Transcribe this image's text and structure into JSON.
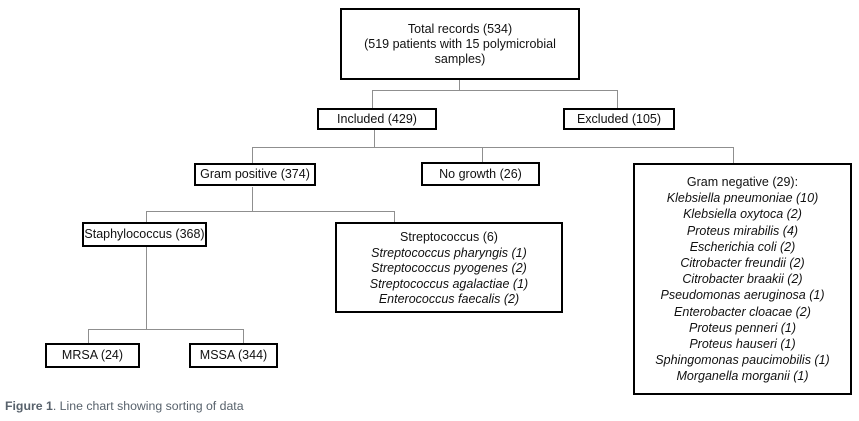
{
  "figure": {
    "caption_label": "Figure 1",
    "caption_text": ". Line chart showing sorting of data"
  },
  "nodes": {
    "total_records": {
      "line1": "Total records (534)",
      "line2": "(519 patients with 15 polymicrobial samples)"
    },
    "included": {
      "label": "Included (429)"
    },
    "excluded": {
      "label": "Excluded (105)"
    },
    "gram_positive": {
      "label": "Gram positive (374)"
    },
    "no_growth": {
      "label": "No growth (26)"
    },
    "staphylococcus": {
      "label": "Staphylococcus (368)"
    },
    "streptococcus": {
      "title": "Streptococcus (6)",
      "items": [
        "Streptococcus pharyngis (1)",
        "Streptococcus pyogenes (2)",
        "Streptococcus agalactiae (1)",
        "Enterococcus faecalis (2)"
      ]
    },
    "mrsa": {
      "label": "MRSA (24)"
    },
    "mssa": {
      "label": "MSSA (344)"
    },
    "gram_negative": {
      "title": "Gram negative (29):",
      "items": [
        "Klebsiella pneumoniae (10)",
        "Klebsiella oxytoca (2)",
        "Proteus mirabilis (4)",
        "Escherichia coli (2)",
        "Citrobacter freundii (2)",
        "Citrobacter braakii (2)",
        "Pseudomonas aeruginosa (1)",
        "Enterobacter cloacae (2)",
        "Proteus penneri (1)",
        "Proteus hauseri (1)",
        "Sphingomonas paucimobilis (1)",
        "Morganella morganii (1)"
      ]
    }
  },
  "colors": {
    "box_border": "#000000",
    "connector": "#8f8f8f",
    "caption": "#58626c",
    "text": "#111111",
    "background": "#ffffff"
  }
}
